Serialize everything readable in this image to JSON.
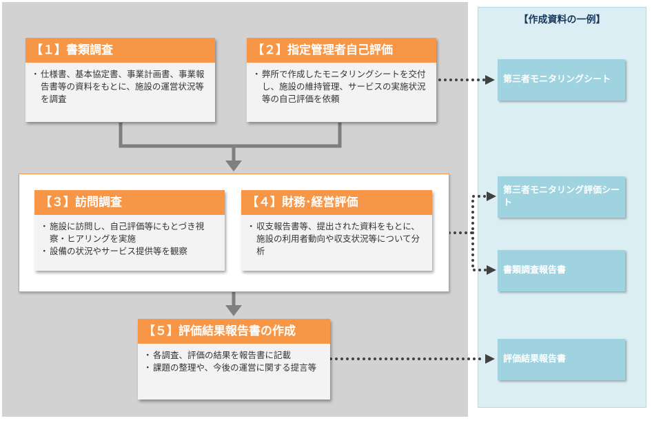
{
  "right_panel": {
    "title": "【作成資料の一例】"
  },
  "cards": [
    {
      "head": "【１】書類調査",
      "lines": [
        "仕様書、基本協定書、事業計画書、事業報告書等の資料をもとに、施設の運営状況等を調査"
      ]
    },
    {
      "head": "【２】指定管理者自己評価",
      "lines": [
        "弊所で作成したモニタリングシートを交付し、施設の維持管理、サービスの実施状況等の自己評価を依頼"
      ]
    },
    {
      "head": "【３】訪問調査",
      "lines": [
        "施設に訪問し、自己評価等にもとづき視察・ヒアリングを実施",
        "設備の状況やサービス提供等を観察"
      ]
    },
    {
      "head": "【４】財務･経営評価",
      "lines": [
        "収支報告書等、提出された資料をもとに、施設の利用者動向や収支状況等について分析"
      ]
    },
    {
      "head": "【５】評価結果報告書の作成",
      "lines": [
        "各調査、評価の結果を報告書に記載",
        "課題の整理や、今後の運営に関する提言等"
      ]
    }
  ],
  "resources": [
    "第三者モニタリングシート",
    "第三者モニタリング評価シート",
    "書類調査報告書",
    "評価結果報告書"
  ],
  "colors": {
    "accent": "#f79646",
    "resource": "#9fd3e0",
    "panel": "#d2d2d2",
    "arrow": "#7f7f7f",
    "dots": "#404040"
  }
}
